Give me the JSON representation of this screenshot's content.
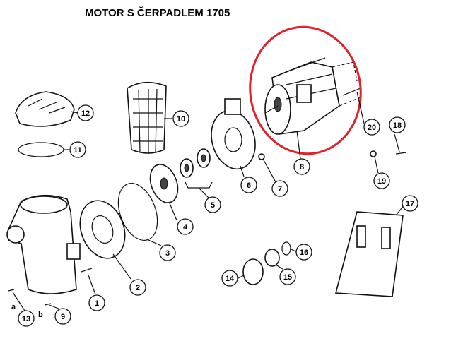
{
  "title": "MOTOR S ČERPADLEM 1705",
  "highlight_color": "#e0202a",
  "highlighted_part": "8",
  "parts": [
    {
      "label": "12"
    },
    {
      "label": "11"
    },
    {
      "label": "10"
    },
    {
      "label": "6"
    },
    {
      "label": "7"
    },
    {
      "label": "8"
    },
    {
      "label": "20"
    },
    {
      "label": "18"
    },
    {
      "label": "19"
    },
    {
      "label": "17"
    },
    {
      "label": "5"
    },
    {
      "label": "4"
    },
    {
      "label": "3"
    },
    {
      "label": "2"
    },
    {
      "label": "1"
    },
    {
      "label": "16"
    },
    {
      "label": "15"
    },
    {
      "label": "14"
    },
    {
      "label": "9"
    },
    {
      "label": "13"
    }
  ],
  "letters": [
    "a",
    "b"
  ]
}
